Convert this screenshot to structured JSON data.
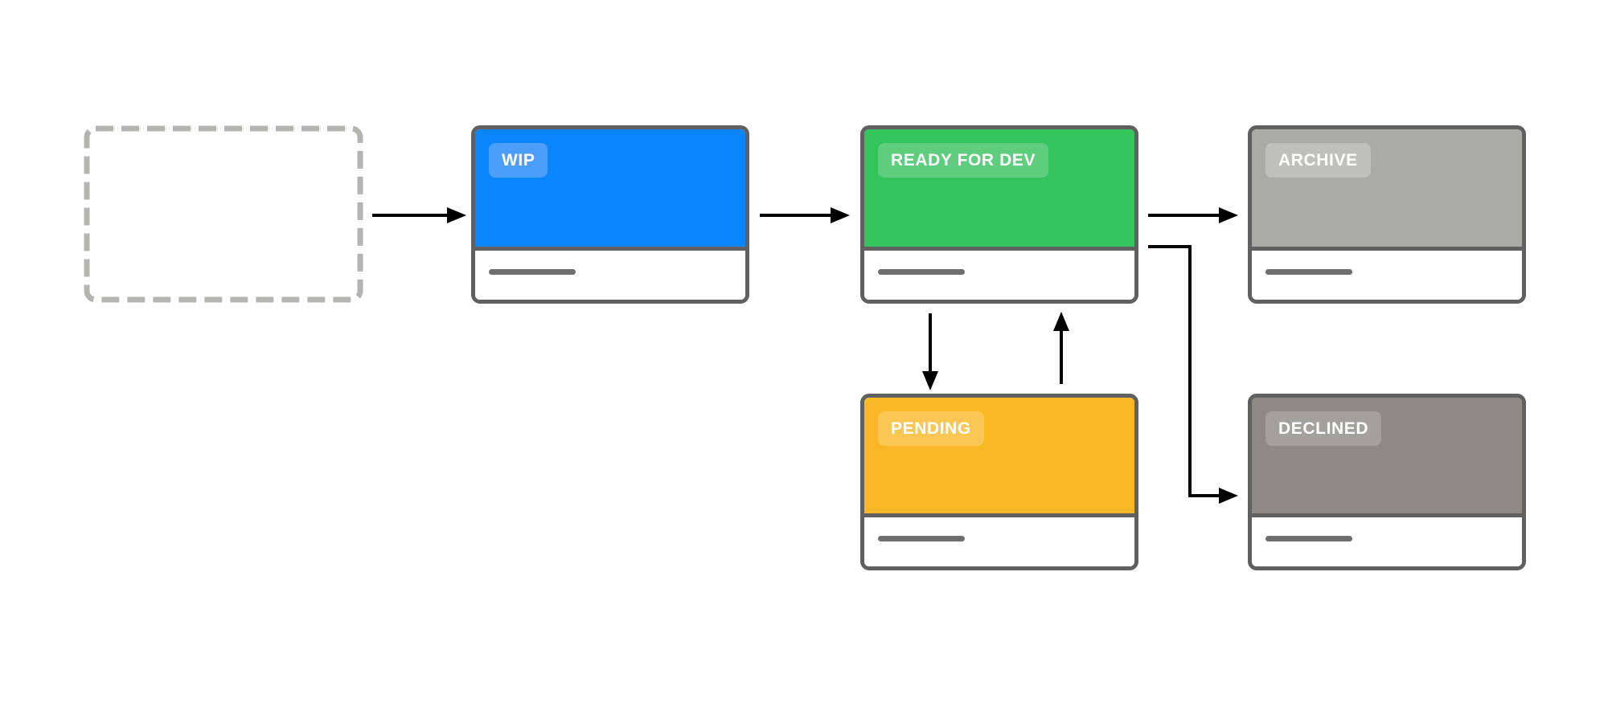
{
  "diagram": {
    "nodes": {
      "placeholder": {
        "label": "",
        "style": "empty-dashed-outline"
      },
      "wip": {
        "label": "WIP",
        "bg": "#0b85fb",
        "badge_bg": "#4b9ffa"
      },
      "ready_for_dev": {
        "label": "READY FOR DEV",
        "bg": "#33c45e",
        "badge_bg": "#5ecd7e"
      },
      "archive": {
        "label": "ARCHIVE",
        "bg": "#aaaba6",
        "badge_bg": "#bfc0bb"
      },
      "pending": {
        "label": "PENDING",
        "bg": "#f9b725",
        "badge_bg": "#fac754"
      },
      "declined": {
        "label": "DECLINED",
        "bg": "#8d8a85",
        "badge_bg": "#a4a19c"
      }
    },
    "connections": [
      {
        "from": "placeholder",
        "to": "wip",
        "shape": "straight-right"
      },
      {
        "from": "wip",
        "to": "ready_for_dev",
        "shape": "straight-right"
      },
      {
        "from": "ready_for_dev",
        "to": "archive",
        "shape": "straight-right"
      },
      {
        "from": "ready_for_dev",
        "to": "pending",
        "shape": "straight-down"
      },
      {
        "from": "pending",
        "to": "ready_for_dev",
        "shape": "straight-up"
      },
      {
        "from": "ready_for_dev",
        "to": "declined",
        "shape": "elbow-right-down-right"
      }
    ],
    "colors": {
      "background": "#ffffff",
      "card_border": "#606060",
      "arrow": "#000000",
      "placeholder_border": "#b4b4b1",
      "badge_text": "#ffffff",
      "footer_line": "#6f6f6f"
    }
  }
}
